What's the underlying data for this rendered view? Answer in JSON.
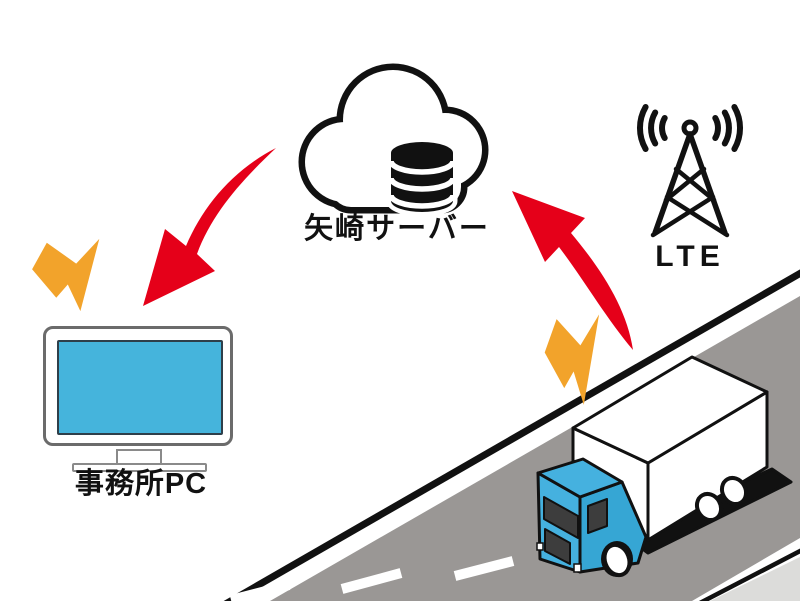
{
  "diagram": {
    "nodes": {
      "server": {
        "label": "矢崎サーバー",
        "icon": "cloud-database"
      },
      "office_pc": {
        "label": "事務所PC",
        "icon": "desktop-monitor"
      },
      "lte": {
        "label": "LTE",
        "icon": "antenna-tower"
      },
      "truck": {
        "icon": "delivery-truck-on-road"
      }
    },
    "connections": [
      {
        "from": "server",
        "to": "office_pc",
        "type": "red-curved-arrow"
      },
      {
        "from": "truck",
        "to": "server",
        "type": "red-curved-arrow"
      }
    ],
    "effects": [
      {
        "name": "wireless-flash-near-pc",
        "color": "#F2A32B"
      },
      {
        "name": "wireless-flash-near-truck",
        "color": "#F2A32B"
      }
    ],
    "colors": {
      "arrow_red": "#E50019",
      "flash_orange": "#F2A32B",
      "screen_blue": "#45B4DC",
      "cab_blue": "#45B1DF",
      "road_gray": "#9A9795",
      "road_corner_gray": "#DCDCDA",
      "ink": "#111111"
    }
  }
}
